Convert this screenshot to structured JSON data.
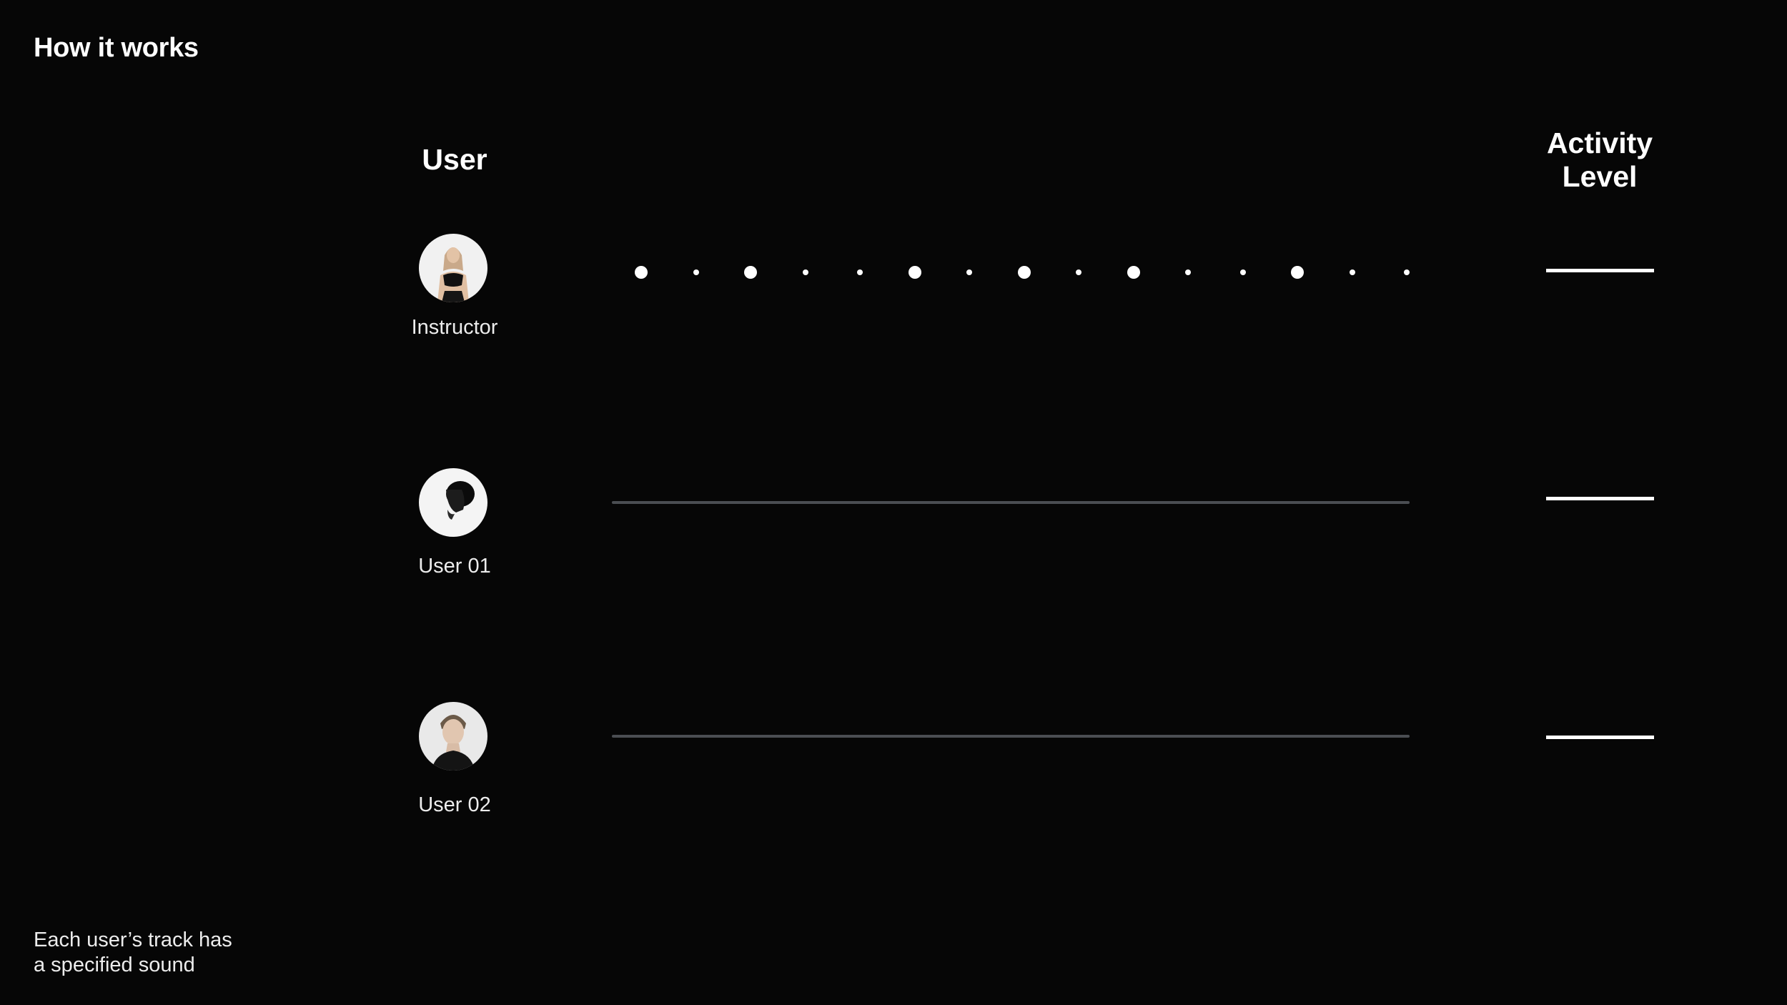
{
  "page_title": "How it works",
  "columns": {
    "user_header": "User",
    "activity_header_line1": "Activity",
    "activity_header_line2": "Level"
  },
  "rows": [
    {
      "label": "Instructor",
      "avatar_icon": "instructor-photo",
      "track_type": "beat-dots",
      "beats": [
        "large",
        "small",
        "large",
        "small",
        "small",
        "large",
        "small",
        "large",
        "small",
        "large",
        "small",
        "small",
        "large",
        "small",
        "small"
      ]
    },
    {
      "label": "User 01",
      "avatar_icon": "user-01-photo",
      "track_type": "flat-line"
    },
    {
      "label": "User 02",
      "avatar_icon": "user-02-photo",
      "track_type": "flat-line"
    }
  ],
  "footnote": {
    "line1": "Each user’s track has",
    "line2": "a specified sound"
  },
  "colors": {
    "background": "#060606",
    "text": "#ffffff",
    "track_line": "#4a4d52",
    "activity_bar": "#ffffff"
  }
}
